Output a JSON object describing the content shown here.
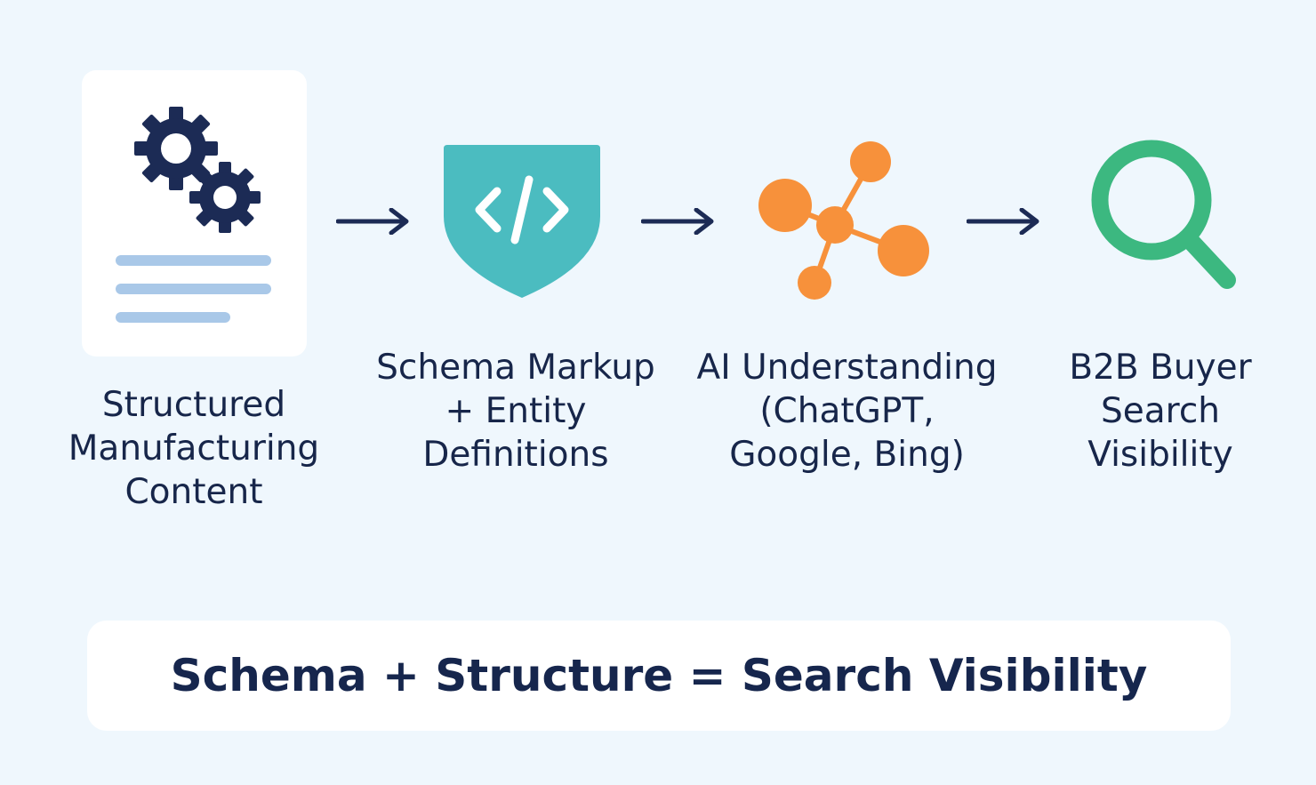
{
  "steps": [
    {
      "id": "structured-content",
      "icon": "gears-document-icon",
      "label_lines": [
        "Structured",
        "Manufacturing",
        "Content"
      ]
    },
    {
      "id": "schema-markup",
      "icon": "code-shield-icon",
      "label_lines": [
        "Schema Markup",
        "+ Entity",
        "Definitions"
      ]
    },
    {
      "id": "ai-understanding",
      "icon": "network-nodes-icon",
      "label_lines": [
        "AI Understanding",
        "(ChatGPT,",
        "Google, Bing)"
      ]
    },
    {
      "id": "search-visibility",
      "icon": "magnifier-icon",
      "label_lines": [
        "B2B Buyer",
        "Search",
        "Visibility"
      ]
    }
  ],
  "arrows": [
    "arrow-right-icon",
    "arrow-right-icon",
    "arrow-right-icon"
  ],
  "summary": {
    "text": "Schema + Structure = Search Visibility"
  },
  "colors": {
    "background": "#eff7fd",
    "text": "#17264a",
    "gears": "#1c2b55",
    "doc_lines": "#a9c8e8",
    "shield": "#4bbcc0",
    "network": "#f7913b",
    "magnifier": "#3cb880"
  }
}
